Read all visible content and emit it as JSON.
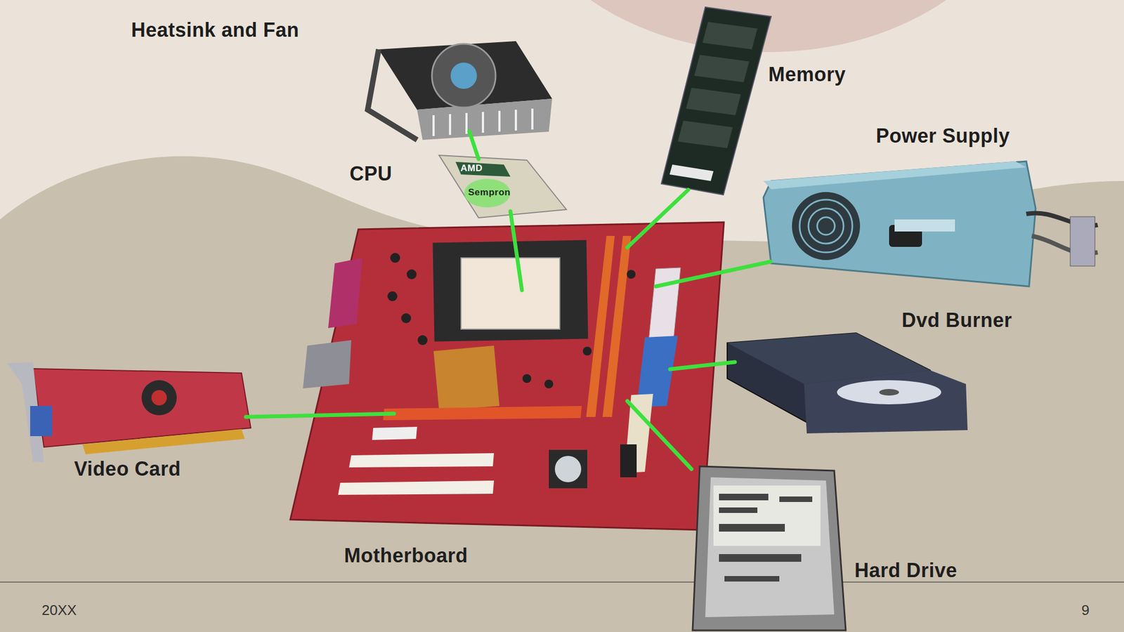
{
  "diagram": {
    "labels": [
      "Heatsink and Fan",
      "Memory",
      "Power Supply",
      "CPU",
      "AMD",
      "Sempron",
      "Dvd Burner",
      "Video Card",
      "Motherboard",
      "Hard Drive",
      "20XX",
      "9"
    ]
  }
}
